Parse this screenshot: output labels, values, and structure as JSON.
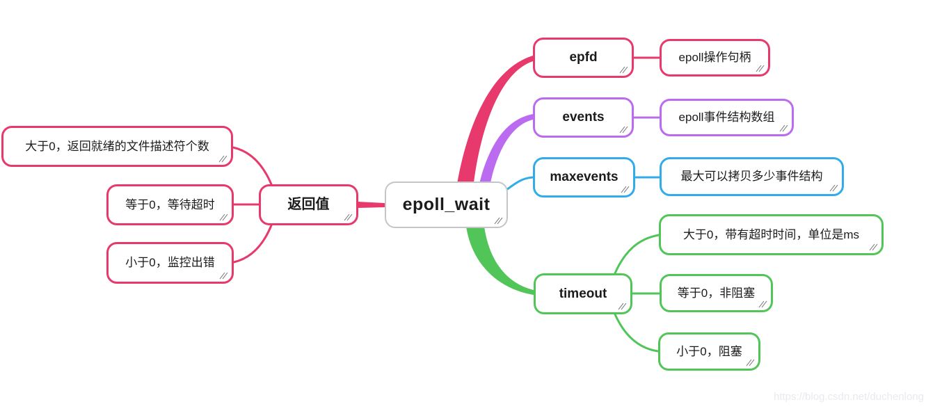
{
  "palette": {
    "pink": "#e7396b",
    "purple": "#bb6bf0",
    "blue": "#31ace9",
    "green": "#52c558",
    "gray": "#c5c5c9",
    "watermark_color": "#e9e9ef"
  },
  "root": {
    "label": "epoll_wait"
  },
  "left_branch": {
    "label": "返回值",
    "children": [
      {
        "label": "大于0，返回就绪的文件描述符个数"
      },
      {
        "label": "等于0，等待超时"
      },
      {
        "label": "小于0，监控出错"
      }
    ]
  },
  "right_branches": [
    {
      "label": "epfd",
      "children": [
        {
          "label": "epoll操作句柄"
        }
      ]
    },
    {
      "label": "events",
      "children": [
        {
          "label": "epoll事件结构数组"
        }
      ]
    },
    {
      "label": "maxevents",
      "children": [
        {
          "label": "最大可以拷贝多少事件结构"
        }
      ]
    },
    {
      "label": "timeout",
      "children": [
        {
          "label": "大于0，带有超时时间，单位是ms"
        },
        {
          "label": "等于0，非阻塞"
        },
        {
          "label": "小于0，阻塞"
        }
      ]
    }
  ],
  "watermark": "https://blog.csdn.net/duchenlong"
}
